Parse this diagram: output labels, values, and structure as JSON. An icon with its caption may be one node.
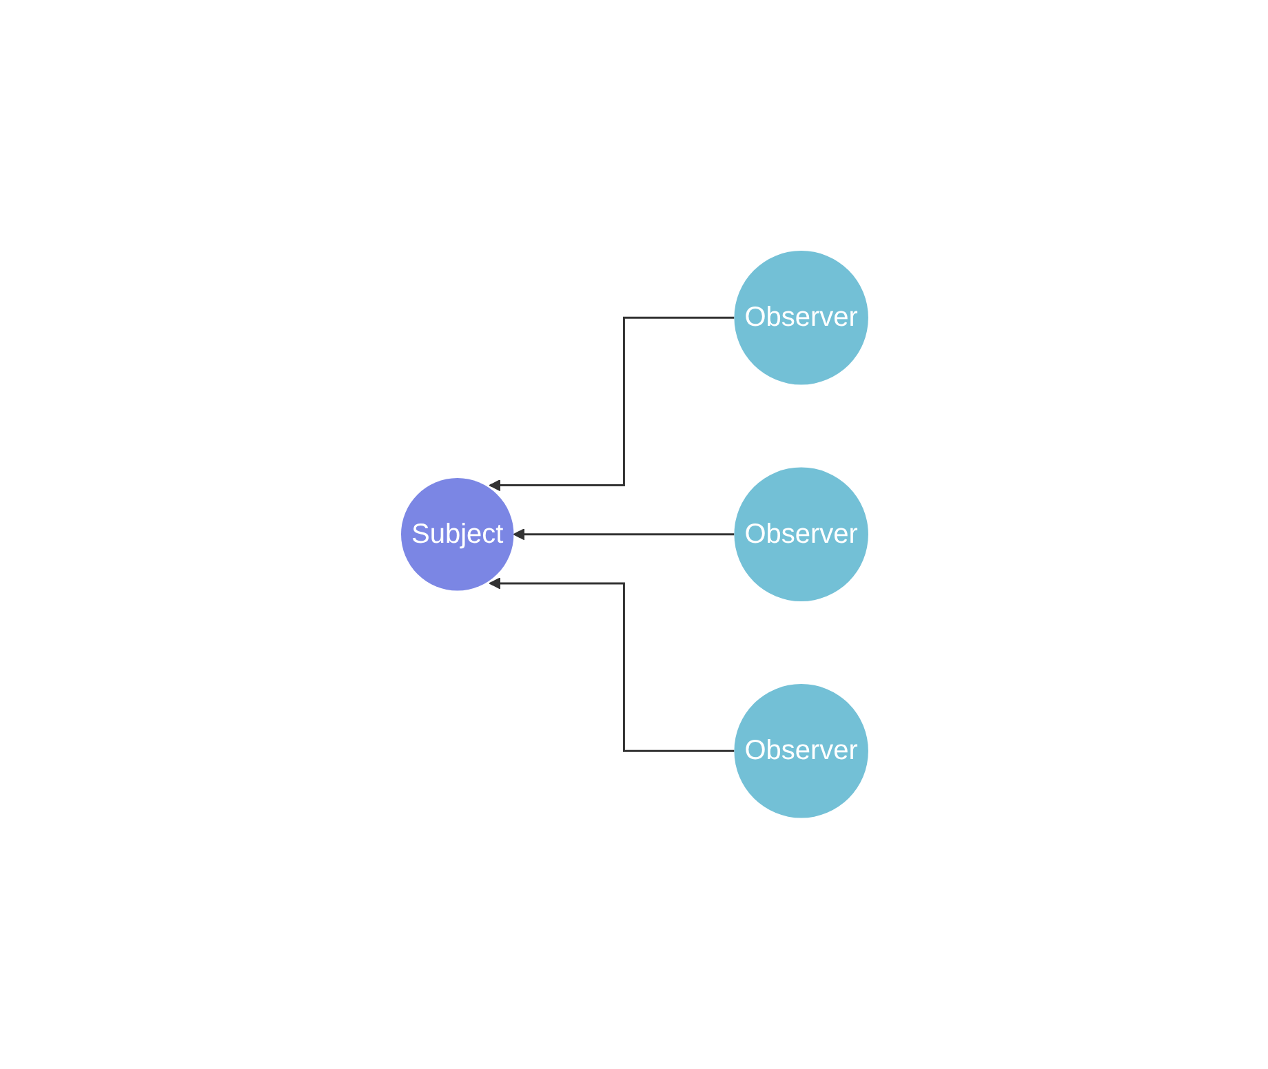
{
  "diagram": {
    "nodes": [
      {
        "text": [
          "Subject"
        ]
      },
      {
        "text": [
          "Observer"
        ]
      },
      {
        "text": [
          "Observer"
        ]
      },
      {
        "text": [
          "Observer"
        ]
      }
    ],
    "edges": [
      {
        "from": 1,
        "to": 0,
        "arrow": "to"
      },
      {
        "from": 2,
        "to": 0,
        "arrow": "to"
      },
      {
        "from": 3,
        "to": 0,
        "arrow": "to"
      }
    ]
  }
}
